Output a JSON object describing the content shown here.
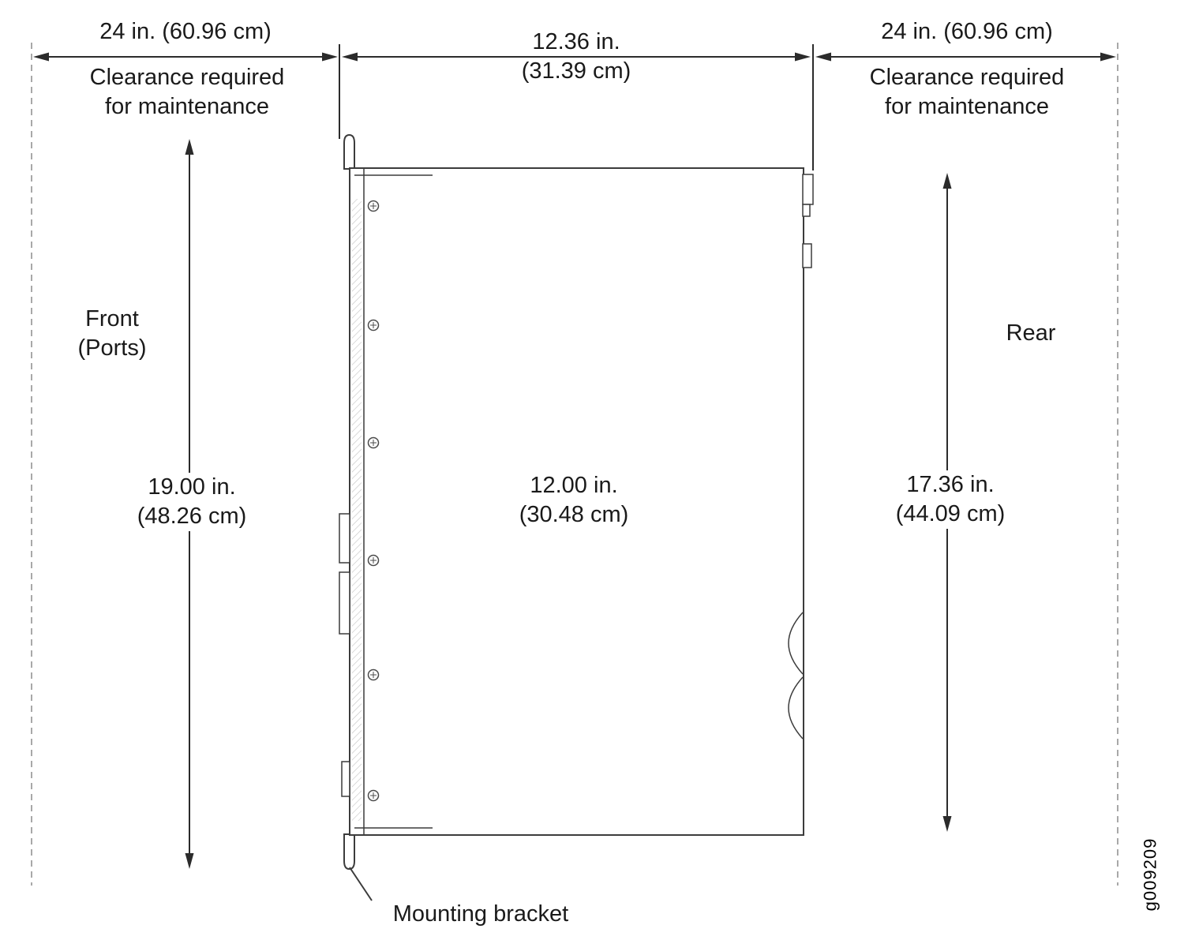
{
  "labels": {
    "clearance_left": {
      "dimension": "24 in. (60.96 cm)",
      "note1": "Clearance required",
      "note2": "for maintenance"
    },
    "clearance_right": {
      "dimension": "24 in. (60.96 cm)",
      "note1": "Clearance required",
      "note2": "for maintenance"
    },
    "depth_outer": {
      "value": "12.36 in.",
      "metric": "(31.39 cm)"
    },
    "depth_inner": {
      "value": "12.00 in.",
      "metric": "(30.48 cm)"
    },
    "width_front": {
      "value": "19.00 in.",
      "metric": "(48.26 cm)"
    },
    "width_rear": {
      "value": "17.36 in.",
      "metric": "(44.09 cm)"
    },
    "front": {
      "line1": "Front",
      "line2": "(Ports)"
    },
    "rear": "Rear",
    "mounting_bracket": "Mounting bracket",
    "figure_id": "g009209"
  },
  "colors": {
    "dimension_line": "#2b2b2b",
    "chassis_line": "#3c3c3c",
    "dashed_boundary": "#a8a8a8",
    "text": "#1a1a1a",
    "background": "#ffffff"
  }
}
